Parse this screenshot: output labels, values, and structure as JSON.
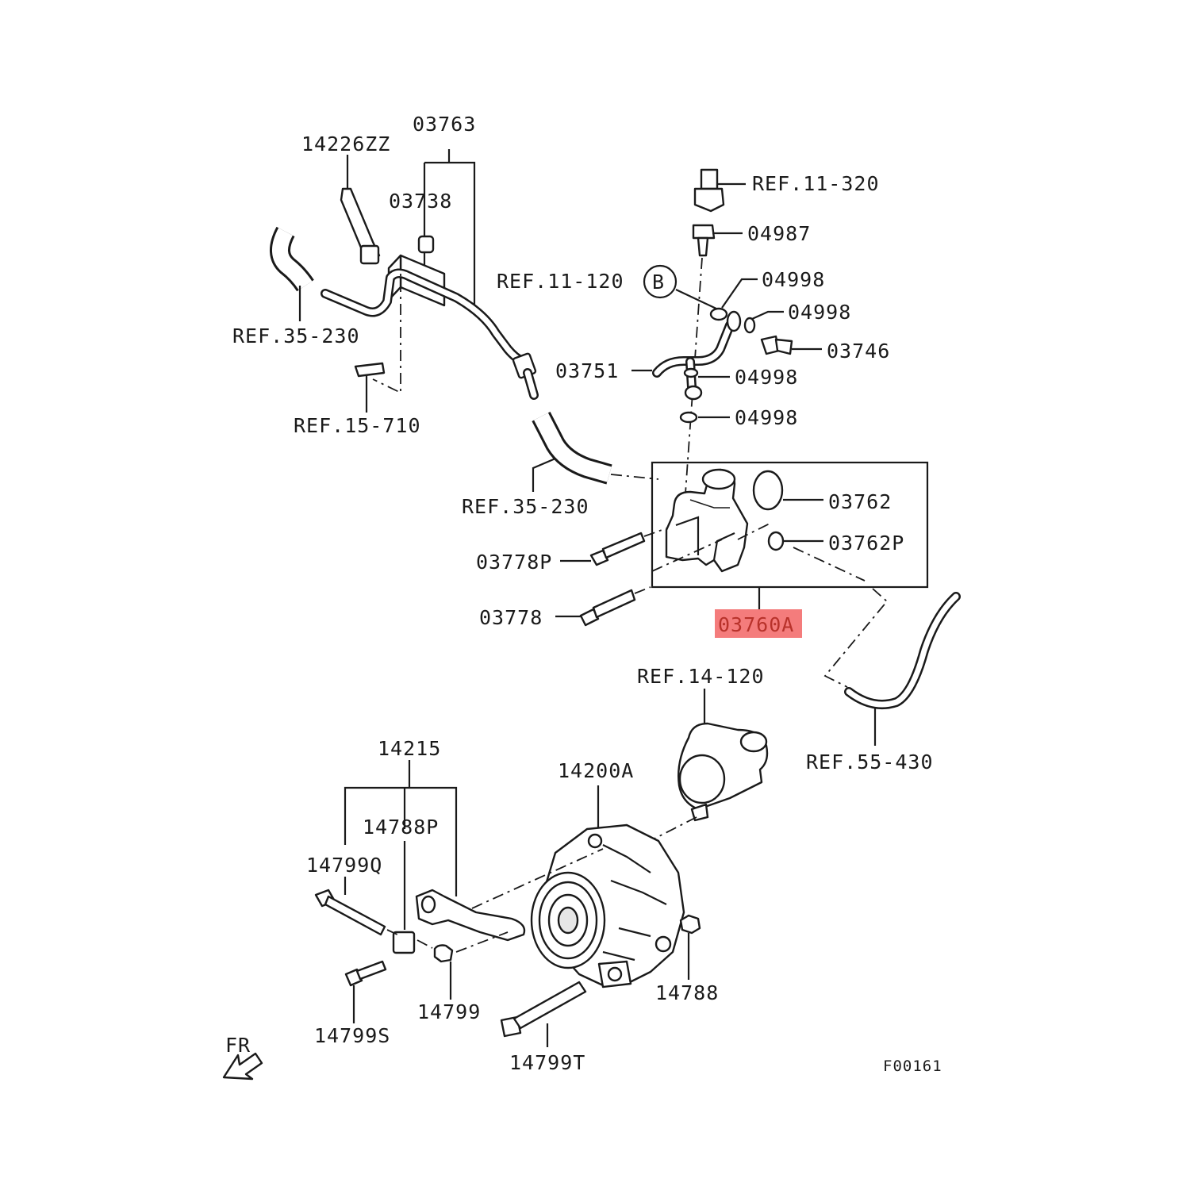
{
  "diagram": {
    "labels": {
      "p03763": "03763",
      "p14226zz": "14226ZZ",
      "p03738": "03738",
      "ref_35_230_a": "REF.35-230",
      "ref_15_710": "REF.15-710",
      "ref_35_230_b": "REF.35-230",
      "ref_11_320": "REF.11-320",
      "p04987": "04987",
      "ref_11_120": "REF.11-120",
      "callout_b": "B",
      "p04998_a": "04998",
      "p04998_b": "04998",
      "p03746": "03746",
      "p03751": "03751",
      "p04998_c": "04998",
      "p04998_d": "04998",
      "p03762": "03762",
      "p03762p": "03762P",
      "p03778p": "03778P",
      "p03778": "03778",
      "p03760a": "03760A",
      "ref_14_120": "REF.14-120",
      "ref_55_430": "REF.55-430",
      "p14215": "14215",
      "p14200a": "14200A",
      "p14788p": "14788P",
      "p14799q": "14799Q",
      "p14788": "14788",
      "p14799": "14799",
      "p14799s": "14799S",
      "p14799t": "14799T",
      "fr": "FR",
      "figure_code": "F00161"
    },
    "highlight_color": "#f47c7c"
  }
}
